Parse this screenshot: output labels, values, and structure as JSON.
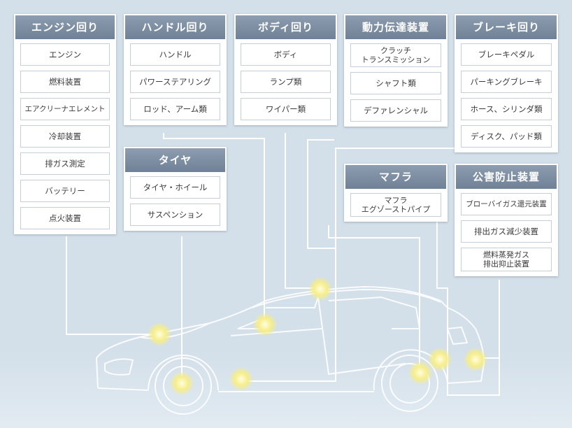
{
  "categories": [
    {
      "id": "engine",
      "title": "エンジン回り",
      "items": [
        "エンジン",
        "燃料装置",
        "エアクリーナエレメント",
        "冷却装置",
        "排ガス測定",
        "バッテリー",
        "点火装置"
      ]
    },
    {
      "id": "handle",
      "title": "ハンドル回り",
      "items": [
        "ハンドル",
        "パワーステアリング",
        "ロッド、アーム類"
      ]
    },
    {
      "id": "body",
      "title": "ボディ回り",
      "items": [
        "ボディ",
        "ランプ類",
        "ワイパー類"
      ]
    },
    {
      "id": "drivetrain",
      "title": "動力伝達装置",
      "items": [
        "クラッチ\nトランスミッション",
        "シャフト類",
        "デファレンシャル"
      ]
    },
    {
      "id": "brake",
      "title": "ブレーキ回り",
      "items": [
        "ブレーキペダル",
        "パーキングブレーキ",
        "ホース、シリンダ類",
        "ディスク、パッド類"
      ]
    },
    {
      "id": "tire",
      "title": "タイヤ",
      "items": [
        "タイヤ・ホイール",
        "サスペンション"
      ]
    },
    {
      "id": "muffler",
      "title": "マフラ",
      "items": [
        "マフラ\nエグゾーストパイプ"
      ]
    },
    {
      "id": "emission",
      "title": "公害防止装置",
      "items": [
        "ブローバイガス還元装置",
        "排出ガス減少装置",
        "燃料蒸発ガス\n排出抑止装置"
      ]
    }
  ],
  "colors": {
    "background": "#d3dfe9",
    "header": "#7a8ba0",
    "connector": "#ffffff",
    "highlight": "#f6ee8a"
  }
}
